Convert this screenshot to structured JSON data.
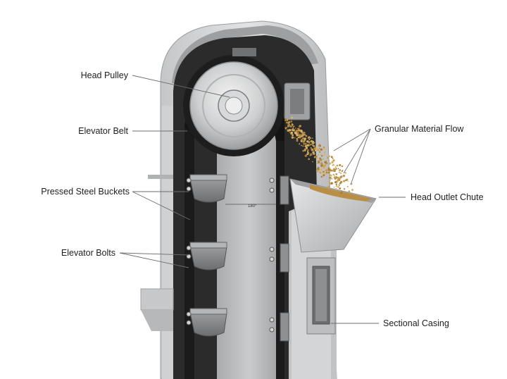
{
  "labels": {
    "head_pulley": "Head Pulley",
    "elevator_belt": "Elevator Belt",
    "pressed_steel_buckets": "Pressed Steel Buckets",
    "elevator_bolts": "Elevator Bolts",
    "granular_material_flow": "Granular Material Flow",
    "head_outlet_chute": "Head Outlet Chute",
    "sectional_casing": "Sectional Casing",
    "angle_mark": "180°"
  },
  "colors": {
    "casing_light": "#d9dadb",
    "casing_mid": "#b9bbbd",
    "casing_dark": "#8e9193",
    "interior": "#2a2a2a",
    "belt": "#1a1a1a",
    "pulley": "#c8c9ca",
    "grain": "#c9a25a",
    "leader_line": "#6e6e6e"
  }
}
